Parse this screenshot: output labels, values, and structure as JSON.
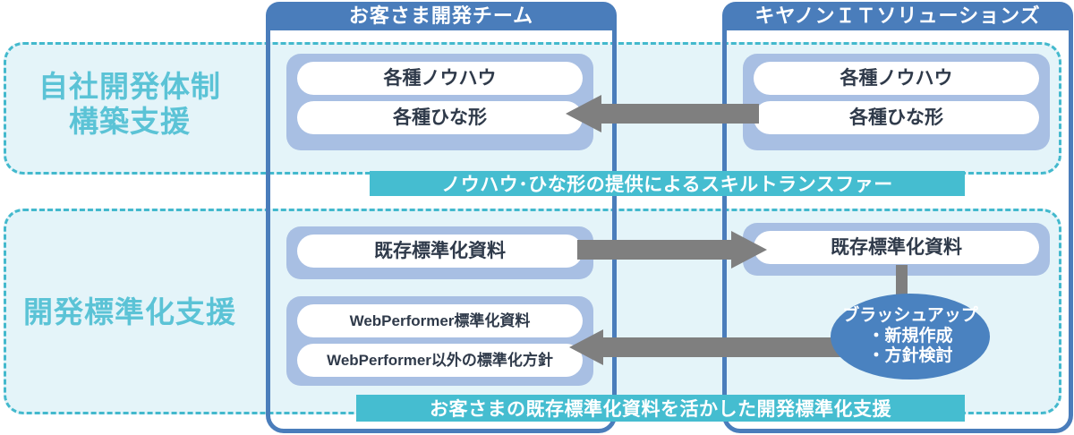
{
  "sections": [
    {
      "label": "自社開発体制\n構築支援"
    },
    {
      "label": "開発標準化支援"
    }
  ],
  "panels": {
    "left": {
      "title": "お客さま開発チーム"
    },
    "right": {
      "title": "キヤノンＩＴソリューションズ"
    }
  },
  "groups": {
    "top_left": {
      "items": [
        "各種ノウハウ",
        "各種ひな形"
      ]
    },
    "top_right": {
      "items": [
        "各種ノウハウ",
        "各種ひな形"
      ]
    },
    "mid_left": {
      "items": [
        "既存標準化資料"
      ]
    },
    "mid_right": {
      "items": [
        "既存標準化資料"
      ]
    },
    "bottom_left": {
      "items": [
        "WebPerformer標準化資料",
        "WebPerformer以外の標準化方針"
      ]
    }
  },
  "ellipse": {
    "text": "ブラッシュアップ\n・新規作成\n・方針検討"
  },
  "banners": {
    "top": "ノウハウ･ひな形の提供によるスキルトランスファー",
    "bottom": "お客さまの既存標準化資料を活かした開発標準化支援"
  },
  "arrows": [
    {
      "name": "arrow-knowhow-right-to-left",
      "direction": "left"
    },
    {
      "name": "arrow-existing-docs-left-to-right",
      "direction": "right"
    },
    {
      "name": "arrow-brushup-right-to-left",
      "direction": "left"
    }
  ],
  "colors": {
    "panel_blue": "#4a7dbb",
    "group_lavender": "#a8bfe3",
    "section_fill": "#e4f4f9",
    "section_dash": "#43b9cd",
    "banner_teal": "#45bdd0",
    "arrow_gray": "#7f7f7f",
    "ellipse_blue": "#4a82c0",
    "label_teal": "#5bc3d6"
  }
}
